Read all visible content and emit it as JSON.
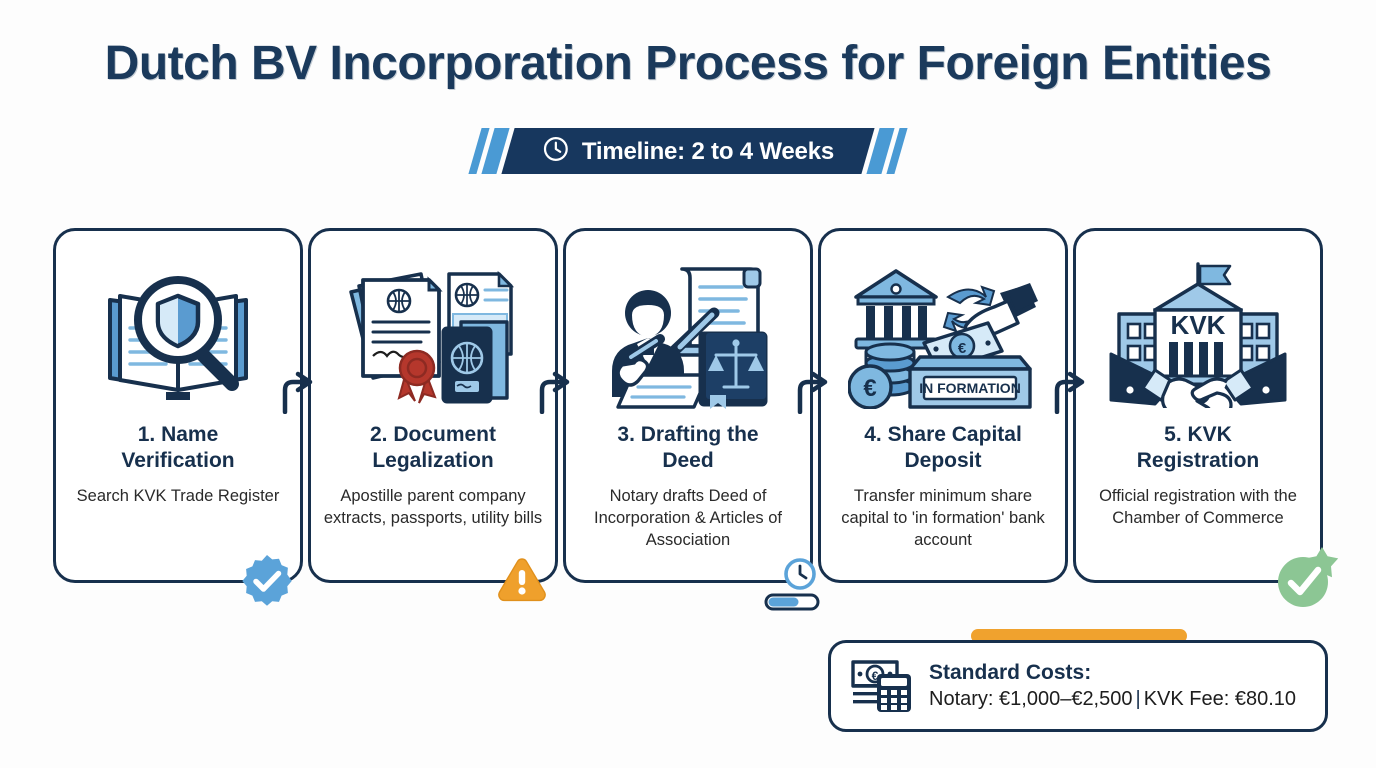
{
  "header": {
    "title": "Dutch BV Incorporation Process for Foreign Entities"
  },
  "timeline": {
    "icon": "clock-icon",
    "label": "Timeline: 2 to 4 Weeks"
  },
  "steps": [
    {
      "title": "1. Name Verification",
      "title_line1": "1. Name",
      "title_line2": "Verification",
      "description": "Search KVK Trade Register",
      "icon": "book-magnifier-shield-icon",
      "badge": "verified-check-badge",
      "badge_color": "#5ba3d9"
    },
    {
      "title": "2. Document Legalization",
      "title_line1": "2. Document",
      "title_line2": "Legalization",
      "description": "Apostille parent company extracts, passports, utility bills",
      "icon": "documents-seal-passport-icon",
      "badge": "warning-triangle-badge",
      "badge_color": "#efa02c"
    },
    {
      "title": "3. Drafting the Deed",
      "title_line1": "3. Drafting the",
      "title_line2": "Deed",
      "description": "Notary drafts Deed of Incorporation & Articles of Association",
      "icon": "notary-signing-law-book-icon",
      "badge": "clock-progress-badge",
      "badge_color": "#5ba3d9",
      "progress_percent": 55
    },
    {
      "title": "4. Share Capital Deposit",
      "title_line1": "4. Share Capital",
      "title_line2": "Deposit",
      "description": "Transfer minimum share capital to 'in formation' bank account",
      "icon": "bank-deposit-euro-icon",
      "icon_label": "IN FORMATION",
      "badge": "",
      "badge_color": ""
    },
    {
      "title": "5. KVK Registration",
      "title_line1": "5. KVK",
      "title_line2": "Registration",
      "description": "Official registration with the Chamber of Commerce",
      "icon": "kvk-building-handshake-icon",
      "icon_label": "KVK",
      "badge": "success-check-star-badge",
      "badge_color": "#8cc694"
    }
  ],
  "connectors": [
    {
      "name": "arrow-step1-to-step2",
      "icon": "curved-arrow-right-icon"
    },
    {
      "name": "arrow-step2-to-step3",
      "icon": "curved-arrow-right-icon"
    },
    {
      "name": "arrow-step3-to-step4",
      "icon": "curved-arrow-right-icon"
    },
    {
      "name": "arrow-step4-to-step5",
      "icon": "curved-arrow-right-icon"
    }
  ],
  "costs": {
    "icon": "money-calculator-icon",
    "title": "Standard Costs:",
    "notary": "Notary: €1,000–€2,500",
    "separator": "|",
    "kvk_fee": "KVK Fee: €80.10"
  },
  "colors": {
    "navy_dark": "#17304d",
    "navy_title": "#1b3a5c",
    "banner_bg": "#17375e",
    "accent_blue": "#4a9ad4",
    "light_blue": "#7fb8e0",
    "orange": "#f0a22e",
    "green": "#8cc694",
    "red_seal": "#b5372c",
    "background": "#fdfdfd"
  }
}
